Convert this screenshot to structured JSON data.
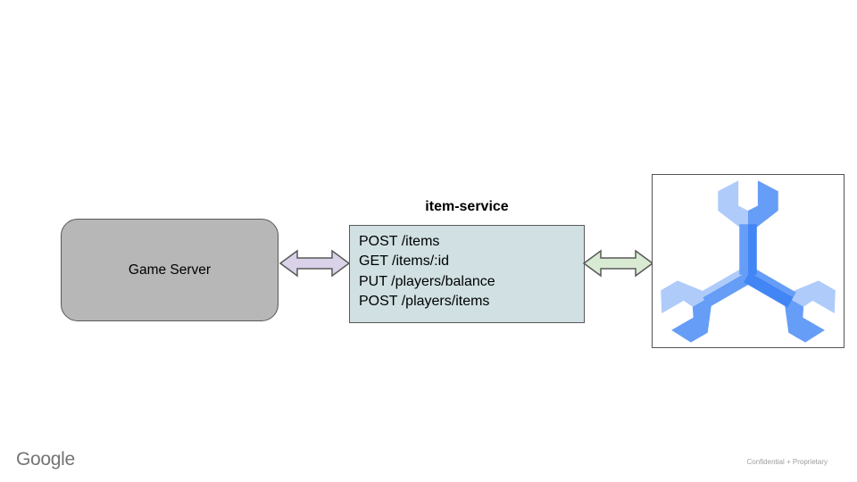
{
  "slide": {
    "background": "#ffffff",
    "footer": {
      "brand": "Google",
      "note": "Confidential + Proprietary"
    }
  },
  "diagram": {
    "game_server": {
      "label": "Game Server",
      "fill": "#b7b7b7",
      "border": "#595959"
    },
    "arrow_left": {
      "fill": "#d9d2e9",
      "stroke": "#595959",
      "direction": "double-horizontal"
    },
    "item_service": {
      "title": "item-service",
      "fill": "#d0e0e3",
      "border": "#595959",
      "endpoints": [
        "POST /items",
        "GET /items/:id",
        "PUT /players/balance",
        "POST /players/items"
      ]
    },
    "arrow_right": {
      "fill": "#d9ead3",
      "stroke": "#595959",
      "direction": "double-horizontal"
    },
    "database": {
      "icon": "cloud-spanner-icon",
      "box_fill": "#ffffff",
      "box_border": "#545454",
      "colors": {
        "light": "#aecbfa",
        "medium": "#669df6",
        "dark": "#4285f4"
      }
    }
  }
}
